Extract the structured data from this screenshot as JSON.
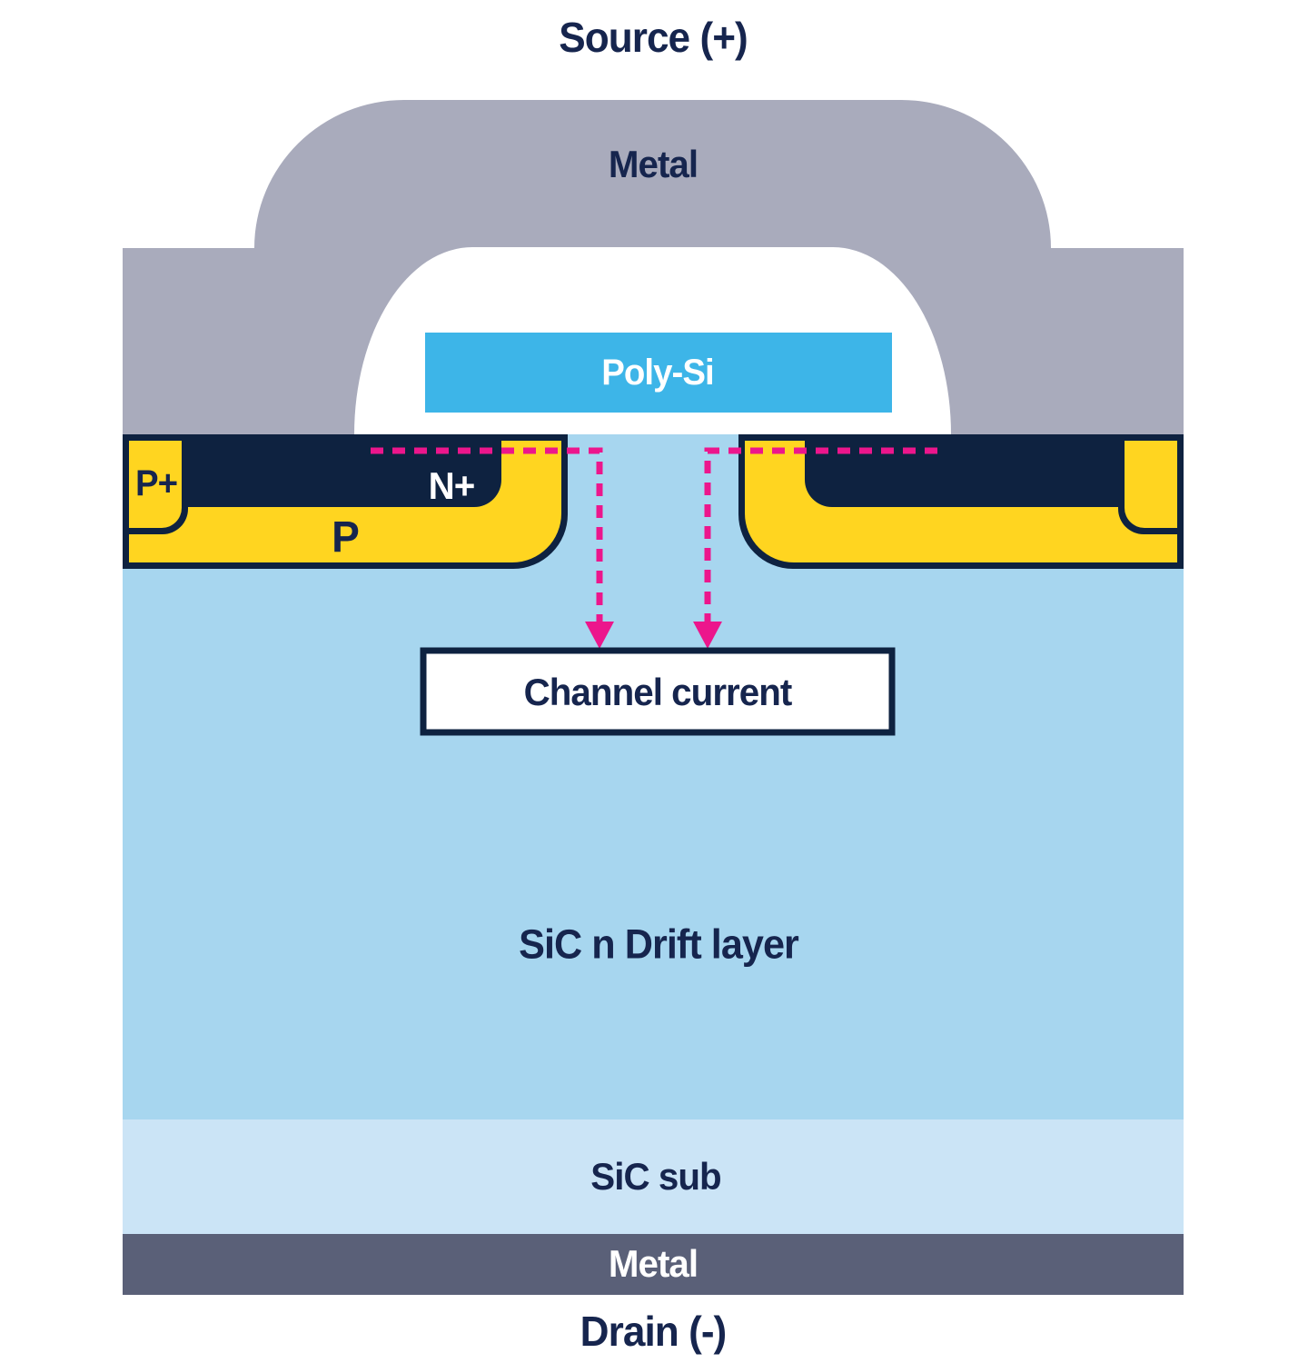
{
  "diagram": {
    "labels": {
      "source": "Source (+)",
      "metal_top": "Metal",
      "poly_si": "Poly-Si",
      "p_plus": "P+",
      "n_plus": "N+",
      "p_well": "P",
      "channel_current": "Channel current",
      "drift": "SiC n Drift layer",
      "substrate": "SiC sub",
      "metal_bottom": "Metal",
      "drain": "Drain (-)"
    },
    "colors": {
      "metal_top_gray": "#A9ABBC",
      "metal_bottom_slate": "#5A6078",
      "navy": "#0E2240",
      "yellow": "#FFD520",
      "poly_cyan": "#3DB5E8",
      "drift_blue": "#A7D6EF",
      "substrate_blue": "#CBE4F6",
      "oxide_white": "#FFFFFF",
      "arrow_magenta": "#EC168C",
      "text_navy": "#16254E"
    }
  }
}
